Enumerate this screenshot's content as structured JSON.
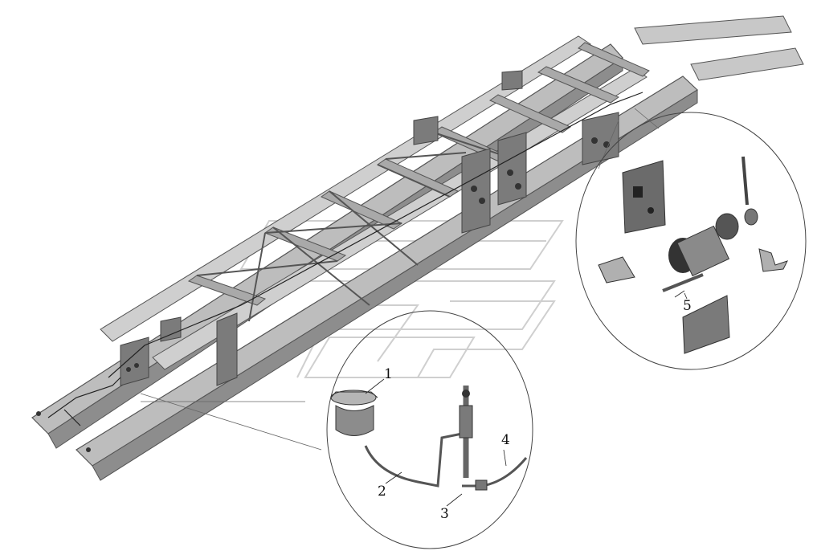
{
  "callouts": {
    "c1": "1",
    "c2": "2",
    "c3": "3",
    "c4": "4",
    "c5": "5"
  },
  "colors": {
    "frame_fill": "#bdbdbd",
    "frame_dark": "#555555",
    "line": "#222222",
    "watermark": "#c8c8c8",
    "paper": "#ffffff"
  }
}
